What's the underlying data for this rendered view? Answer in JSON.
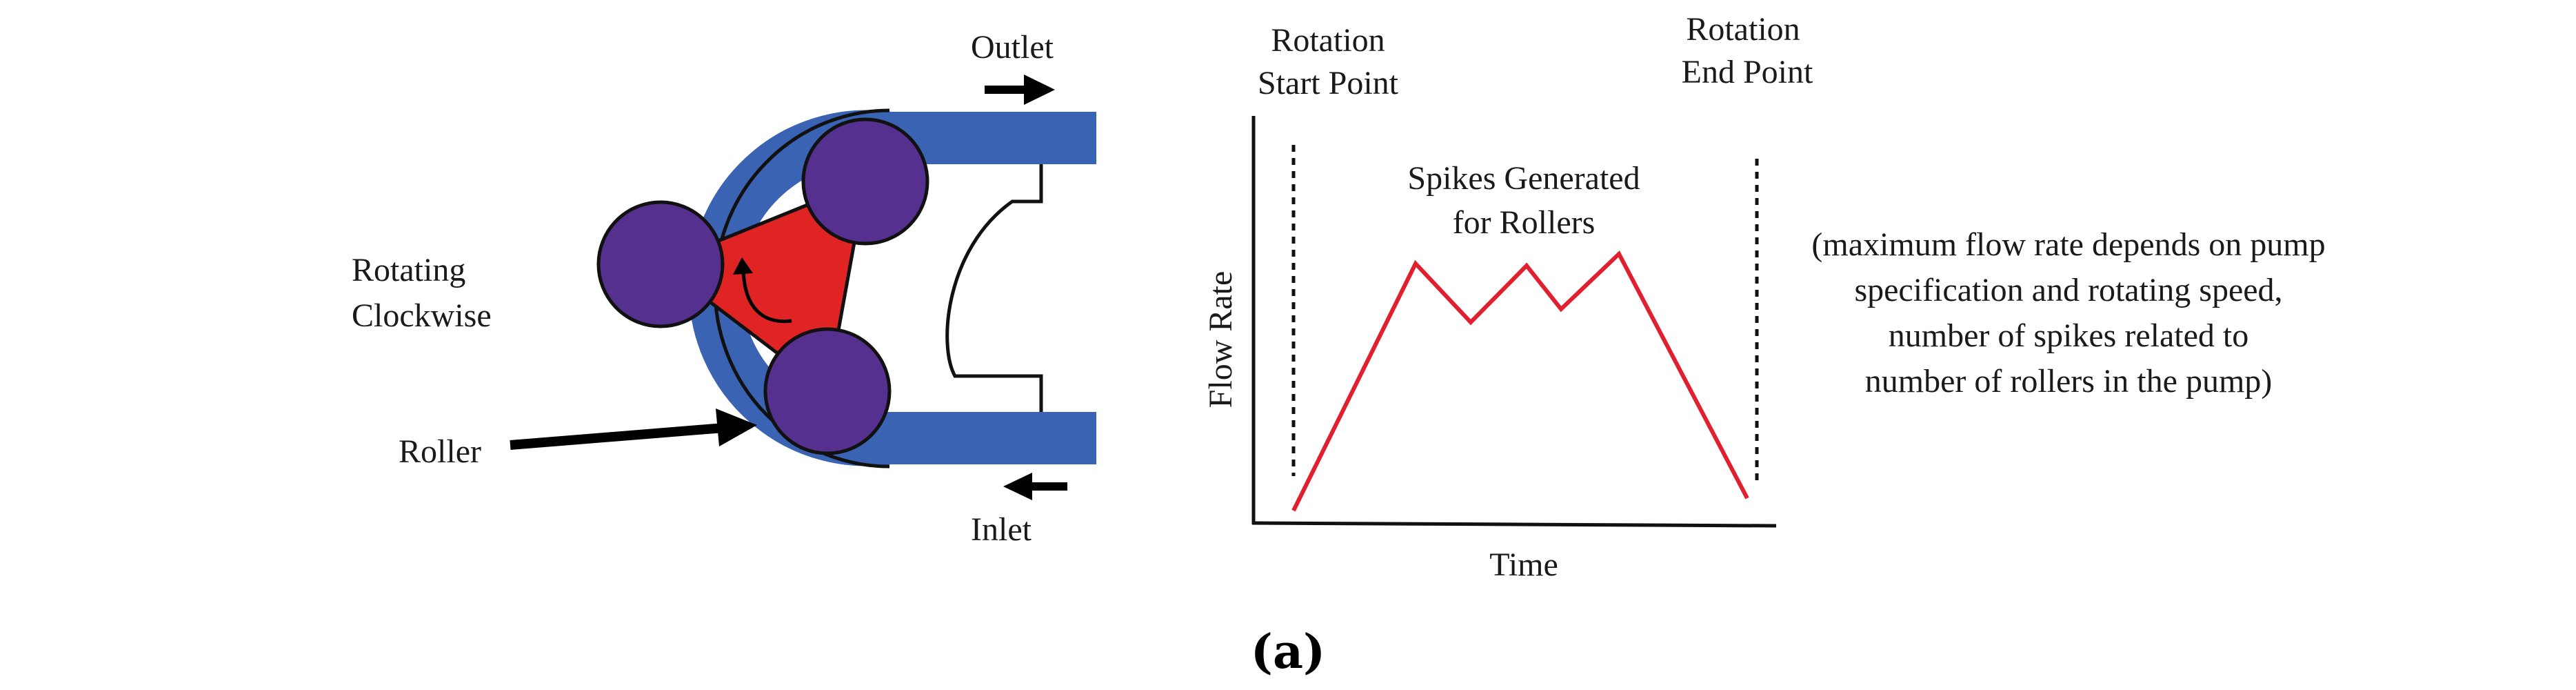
{
  "pump": {
    "outlet_label": "Outlet",
    "inlet_label": "Inlet",
    "rotation_label_line1": "Rotating",
    "rotation_label_line2": "Clockwise",
    "roller_label": "Roller",
    "colors": {
      "tube": "#3a63b3",
      "roller": "#55308f",
      "rotor": "#e02424",
      "arrow": "#000000"
    }
  },
  "chart": {
    "start_line1": "Rotation",
    "start_line2": "Start Point",
    "end_line1": "Rotation",
    "end_line2": "End Point",
    "spike_line1": "Spikes Generated",
    "spike_line2": "for Rollers",
    "ylabel": "Flow Rate",
    "xlabel": "Time",
    "line_color": "#e0202e"
  },
  "note": {
    "line1": "(maximum flow rate depends on pump",
    "line2": "specification and rotating speed,",
    "line3": "number of spikes related to",
    "line4": "number of rollers in the pump)"
  },
  "caption": "(a)"
}
